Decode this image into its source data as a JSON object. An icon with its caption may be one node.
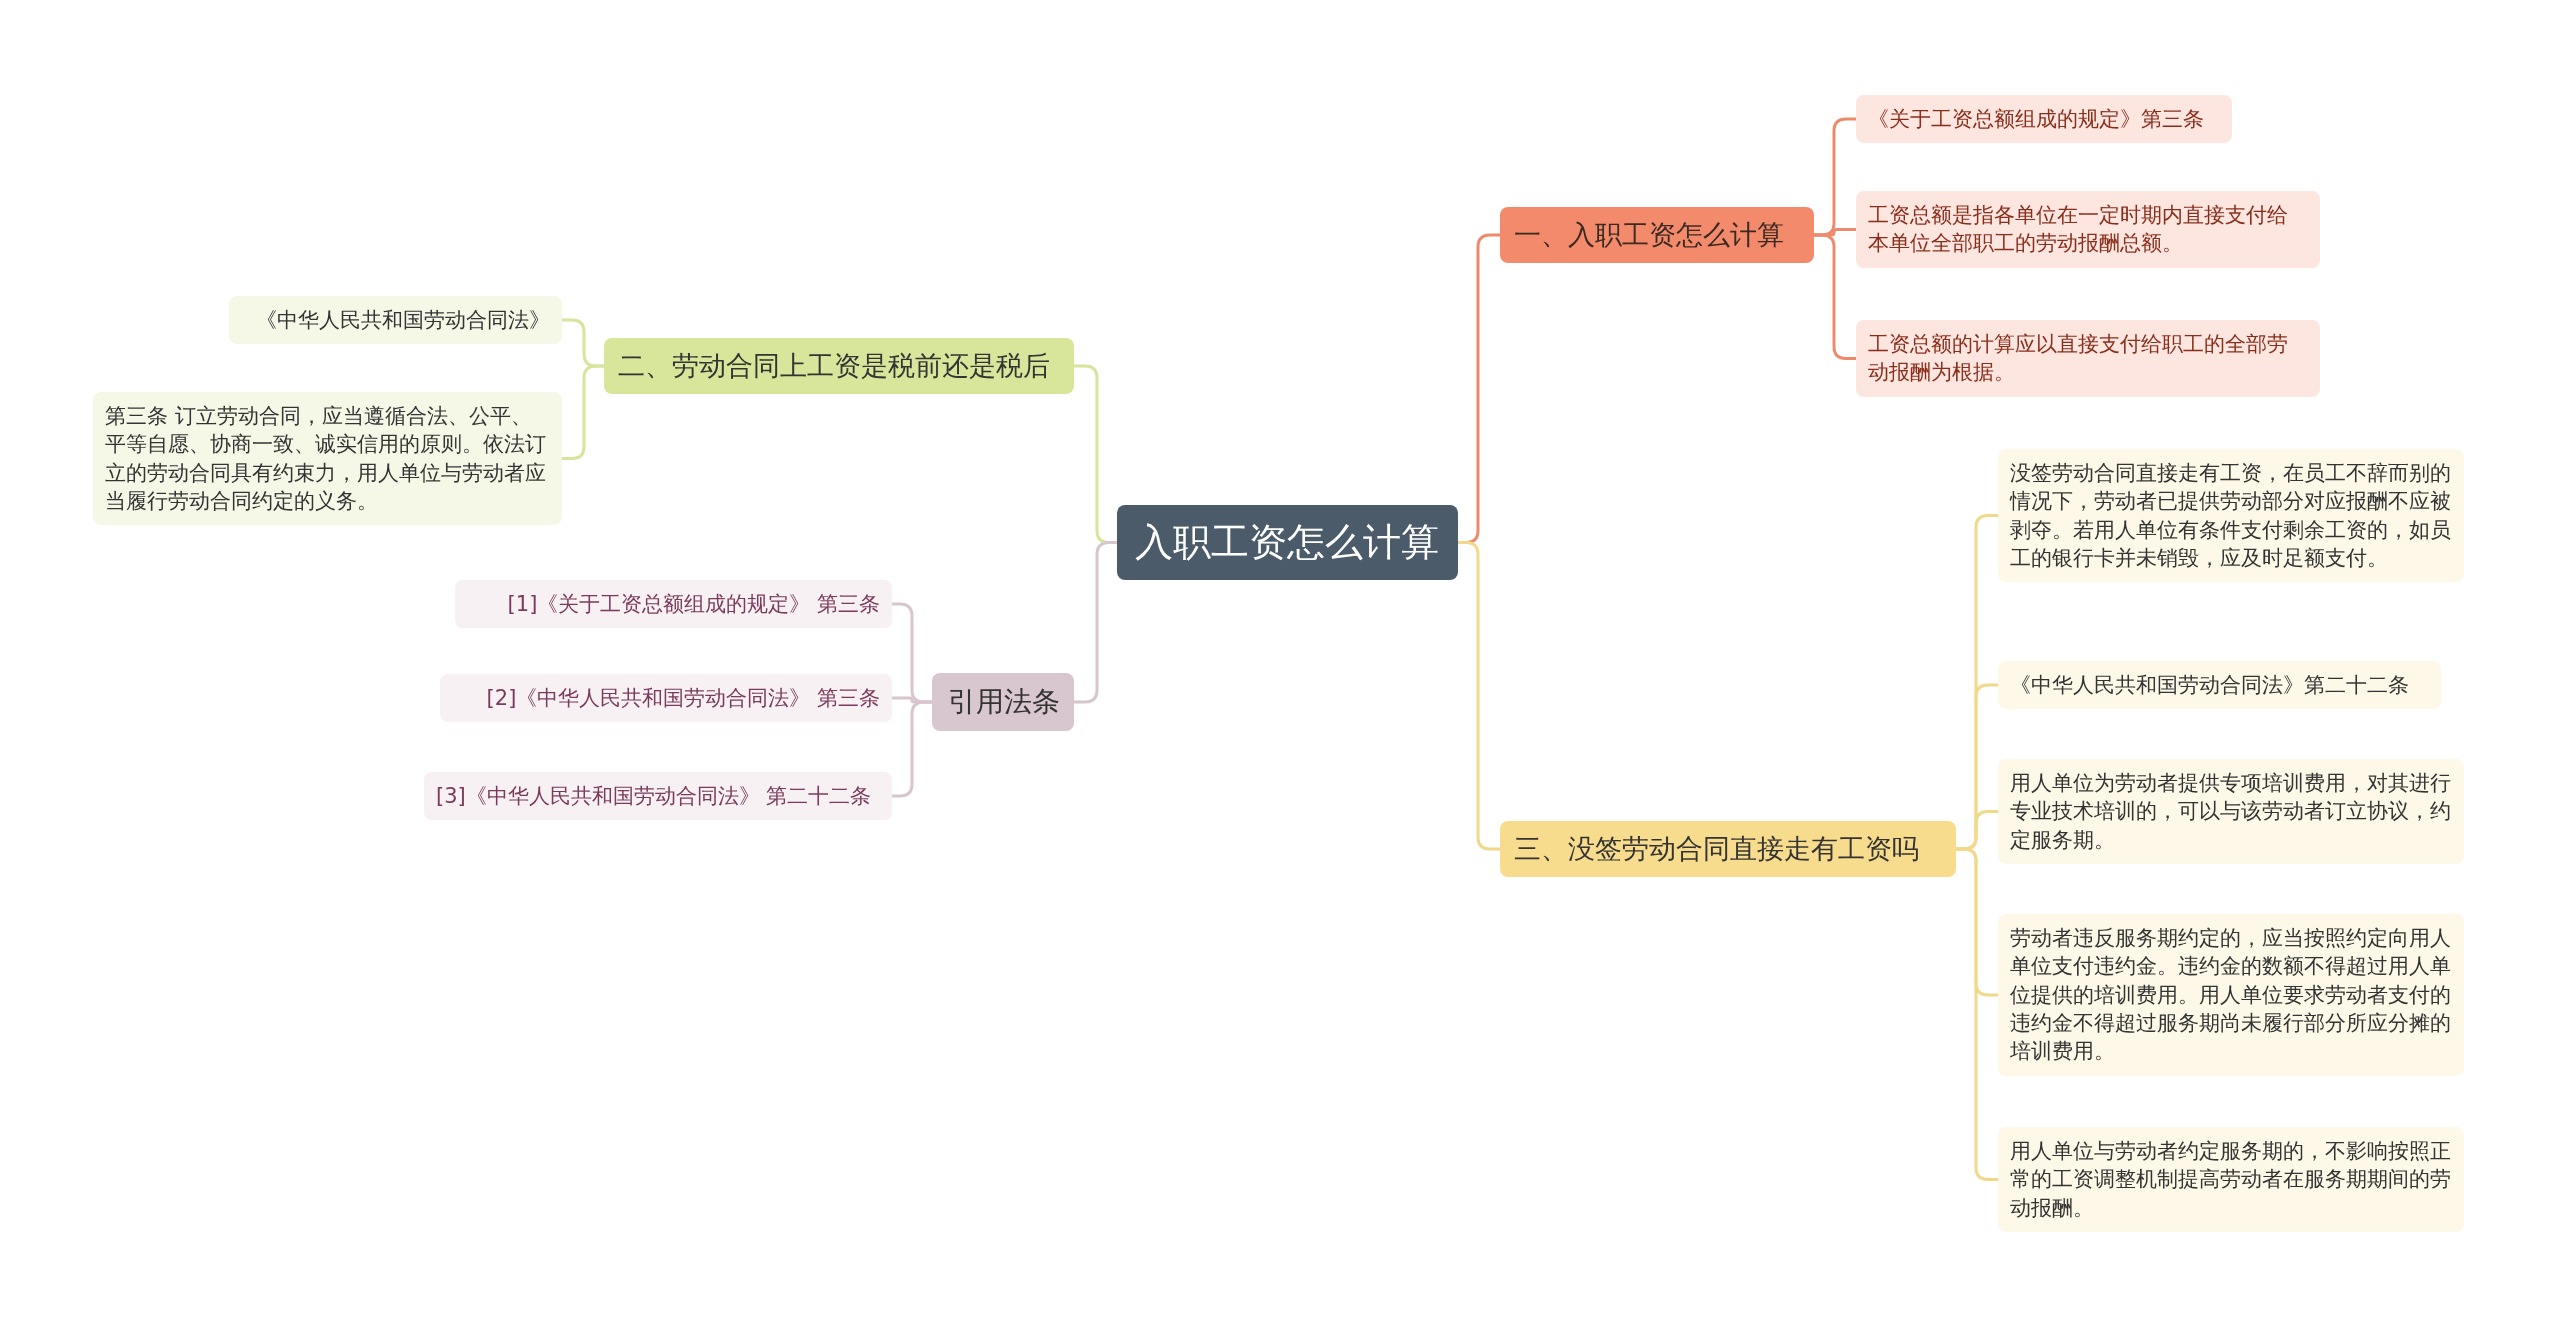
{
  "diagram": {
    "nodes": [
      {
        "text": [
          "入职工资怎么计算"
        ]
      },
      {
        "text": [
          "一、入职工资怎么计算"
        ]
      },
      {
        "text": [
          "《关于工资总额组成的规定》第三条"
        ]
      },
      {
        "text": [
          "工资总额是指各单位在一定时期内直接支付给本单位全部职工的劳动报酬总额。"
        ]
      },
      {
        "text": [
          "工资总额的计算应以直接支付给职工的全部劳动报酬为根据。"
        ]
      },
      {
        "text": [
          "二、劳动合同上工资是税前还是税后"
        ]
      },
      {
        "text": [
          "《中华人民共和国劳动合同法》"
        ]
      },
      {
        "text": [
          "第三条 订立劳动合同，应当遵循合法、公平、平等自愿、协商一致、诚实信用的原则。依法订立的劳动合同具有约束力，用人单位与劳动者应当履行劳动合同约定的义务。"
        ]
      },
      {
        "text": [
          "引用法条"
        ]
      },
      {
        "text": [
          "[1]《关于工资总额组成的规定》 第三条"
        ]
      },
      {
        "text": [
          "[2]《中华人民共和国劳动合同法》 第三条"
        ]
      },
      {
        "text": [
          "[3]《中华人民共和国劳动合同法》 第二十二条"
        ]
      },
      {
        "text": [
          "三、没签劳动合同直接走有工资吗"
        ]
      },
      {
        "text": [
          "没签劳动合同直接走有工资，在员工不辞而别的情况下，劳动者已提供劳动部分对应报酬不应被剥夺。若用人单位有条件支付剩余工资的，如员工的银行卡并未销毁，应及时足额支付。"
        ]
      },
      {
        "text": [
          "《中华人民共和国劳动合同法》第二十二条"
        ]
      },
      {
        "text": [
          "用人单位为劳动者提供专项培训费用，对其进行专业技术培训的，可以与该劳动者订立协议，约定服务期。"
        ]
      },
      {
        "text": [
          "劳动者违反服务期约定的，应当按照约定向用人单位支付违约金。违约金的数额不得超过用人单位提供的培训费用。用人单位要求劳动者支付的违约金不得超过服务期尚未履行部分所应分摊的培训费用。"
        ]
      },
      {
        "text": [
          "用人单位与劳动者约定服务期的，不影响按照正常的工资调整机制提高劳动者在服务期期间的劳动报酬。"
        ]
      }
    ],
    "edges": [
      {
        "from": 0,
        "to": 1,
        "arrow": "none",
        "color": "#ee8a6c"
      },
      {
        "from": 1,
        "to": 2,
        "arrow": "none",
        "color": "#ee8a6c"
      },
      {
        "from": 1,
        "to": 3,
        "arrow": "none",
        "color": "#ee8a6c"
      },
      {
        "from": 1,
        "to": 4,
        "arrow": "none",
        "color": "#ee8a6c"
      },
      {
        "from": 0,
        "to": 5,
        "arrow": "none",
        "color": "#d6e49c"
      },
      {
        "from": 5,
        "to": 6,
        "arrow": "none",
        "color": "#d6e49c"
      },
      {
        "from": 5,
        "to": 7,
        "arrow": "none",
        "color": "#d6e49c"
      },
      {
        "from": 0,
        "to": 8,
        "arrow": "none",
        "color": "#d8c6ce"
      },
      {
        "from": 8,
        "to": 9,
        "arrow": "none",
        "color": "#d8c6ce"
      },
      {
        "from": 8,
        "to": 10,
        "arrow": "none",
        "color": "#d8c6ce"
      },
      {
        "from": 8,
        "to": 11,
        "arrow": "none",
        "color": "#d8c6ce"
      },
      {
        "from": 0,
        "to": 12,
        "arrow": "none"
      },
      {
        "from": 12,
        "to": 13,
        "arrow": "none"
      },
      {
        "from": 12,
        "to": 14,
        "arrow": "none"
      },
      {
        "from": 12,
        "to": 15,
        "arrow": "none"
      },
      {
        "from": 12,
        "to": 16,
        "arrow": "none"
      },
      {
        "from": 12,
        "to": 17,
        "arrow": "none"
      }
    ]
  }
}
